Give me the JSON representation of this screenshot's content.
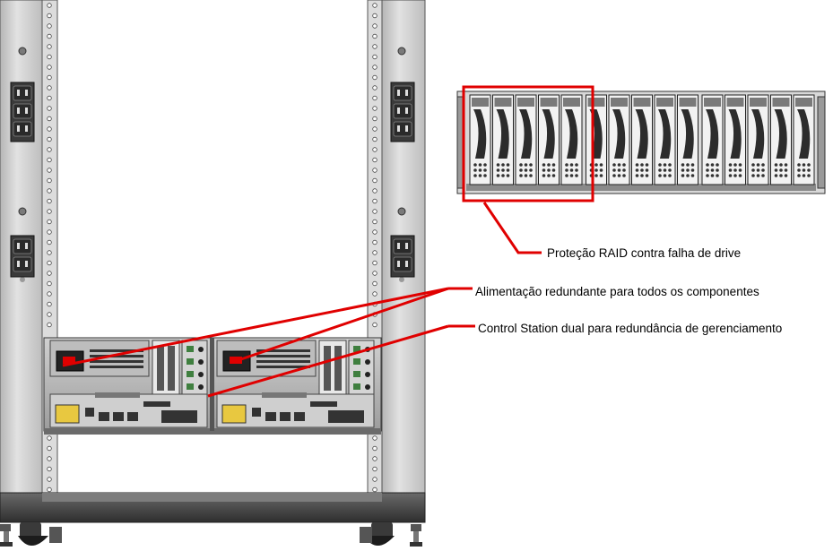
{
  "annotations": {
    "raid": "Proteção RAID contra falha de drive",
    "power": "Alimentação redundante para todos os componentes",
    "control_station": "Control Station dual para redundância de gerenciamento"
  },
  "colors": {
    "callout": "#e00000",
    "rack_frame": "#c8c8c8",
    "rack_dark": "#4a4a4a",
    "outlet": "#2a2a2a",
    "connector_accent": "#e8c840"
  },
  "disk_array": {
    "drive_count": 15,
    "highlighted_drives": 5
  },
  "rack": {
    "outlets_per_side": 5
  }
}
